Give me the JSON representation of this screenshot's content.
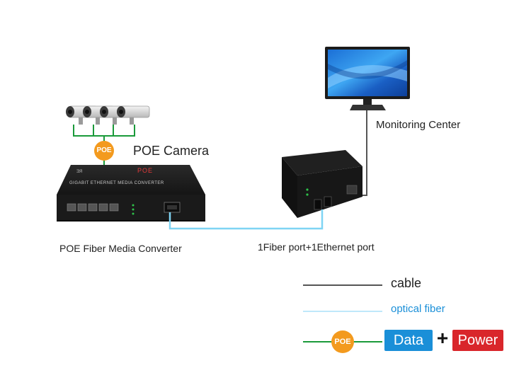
{
  "labels": {
    "monitoring_center": "Monitoring Center",
    "poe_camera": "POE Camera",
    "poe_fiber_media_converter": "POE Fiber Media Converter",
    "fiber_ethernet_port": "1Fiber port+1Ethernet port"
  },
  "devices": {
    "poe_switch_brand": "POE",
    "poe_switch_subtitle": "GIGABIT ETHERNET MEDIA CONVERTER"
  },
  "badges": {
    "poe": "POE"
  },
  "legend": {
    "cable": "cable",
    "optical_fiber": "optical fiber",
    "data": "Data",
    "plus": "+",
    "power": "Power"
  },
  "colors": {
    "cable": "#555555",
    "fiber": "#7fd4f4",
    "poe_line": "#1a9a3a",
    "poe_badge": "#f39a1e",
    "data_badge": "#1a8fd8",
    "power_badge": "#d9262b"
  }
}
